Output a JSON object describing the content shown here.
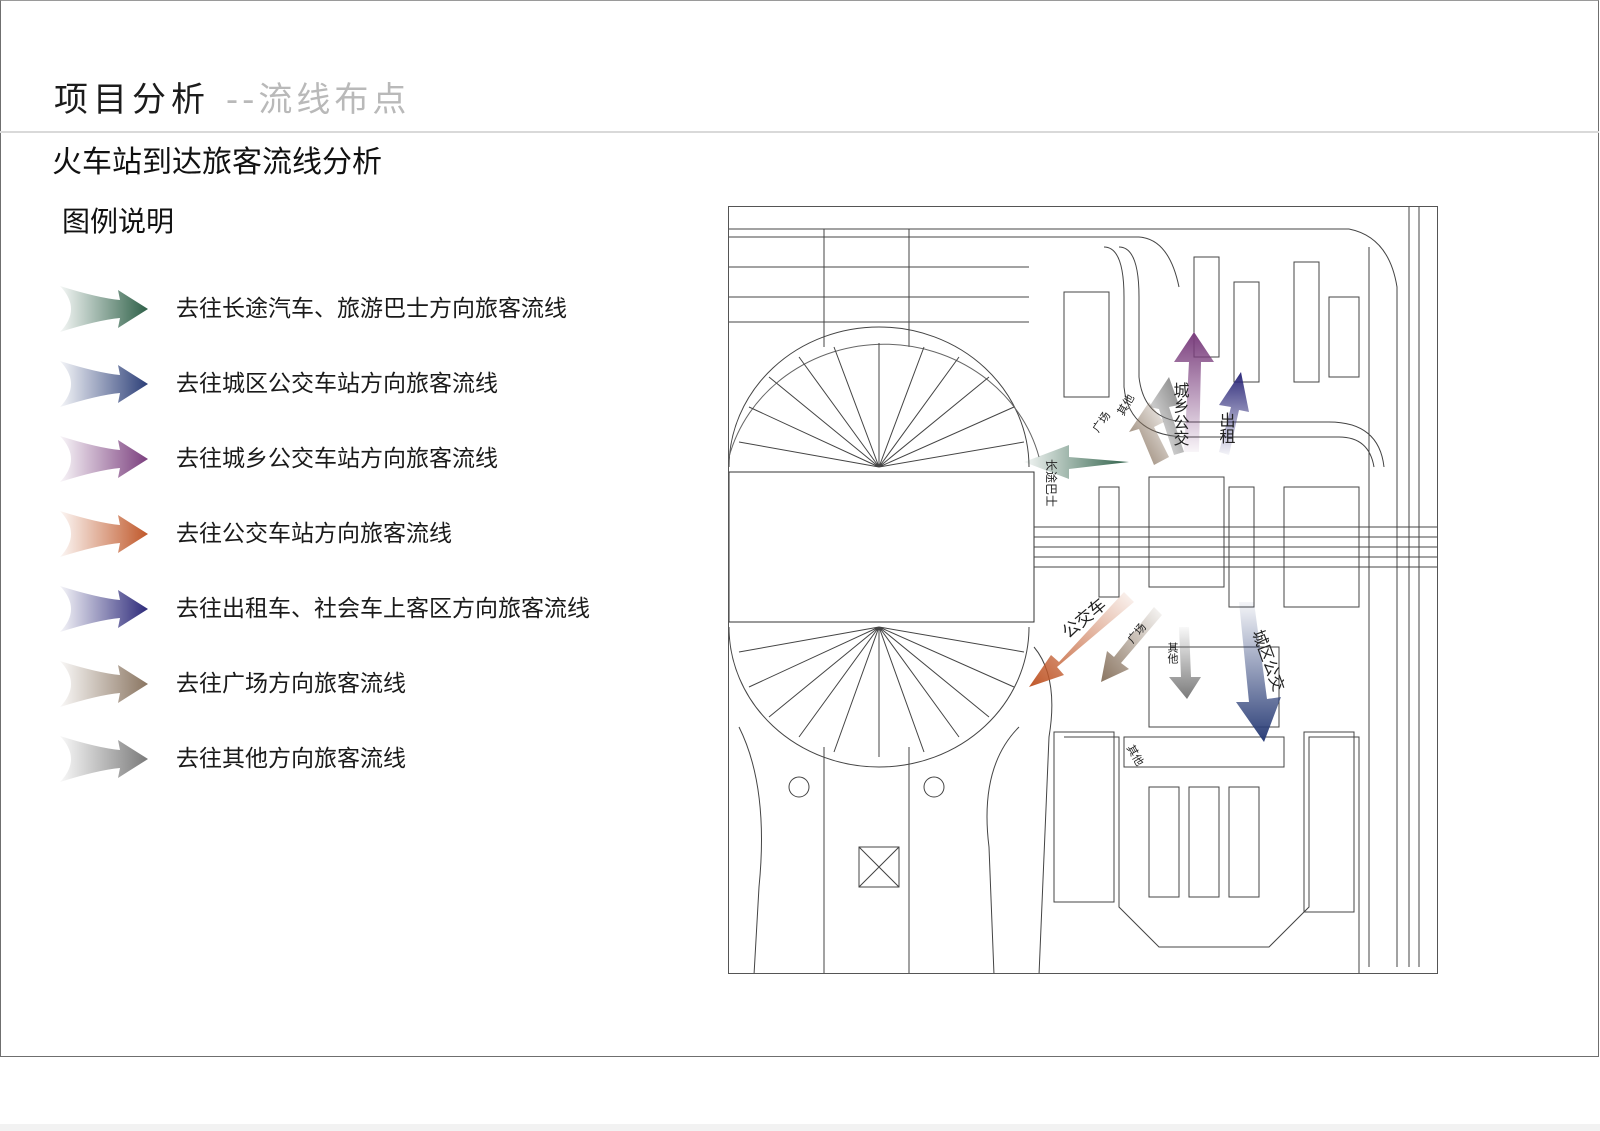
{
  "header": {
    "title_main": "项目分析",
    "title_sub": "--流线布点"
  },
  "section_title": "火车站到达旅客流线分析",
  "legend_title": "图例说明",
  "legend": [
    {
      "label": "去往长途汽车、旅游巴士方向旅客流线",
      "color": "#2e6048"
    },
    {
      "label": "去往城区公交车站方向旅客流线",
      "color": "#2c3f78"
    },
    {
      "label": "去往城乡公交车站方向旅客流线",
      "color": "#7b3f7e"
    },
    {
      "label": "去往公交车站方向旅客流线",
      "color": "#c0582a"
    },
    {
      "label": "去往出租车、社会车上客区方向旅客流线",
      "color": "#2d2a7a"
    },
    {
      "label": "去往广场方向旅客流线",
      "color": "#8a7561"
    },
    {
      "label": "去往其他方向旅客流线",
      "color": "#7a7a7a"
    }
  ],
  "plan": {
    "labels": {
      "coach": "长途巴士",
      "plaza": "广场",
      "other_top": "其他",
      "rural_bus": "城乡公交",
      "taxi": "出租",
      "bus": "公交车",
      "plaza_bottom": "广场",
      "other_bottom": "其他",
      "city_bus": "城区公交",
      "other_lower": "其他"
    }
  }
}
